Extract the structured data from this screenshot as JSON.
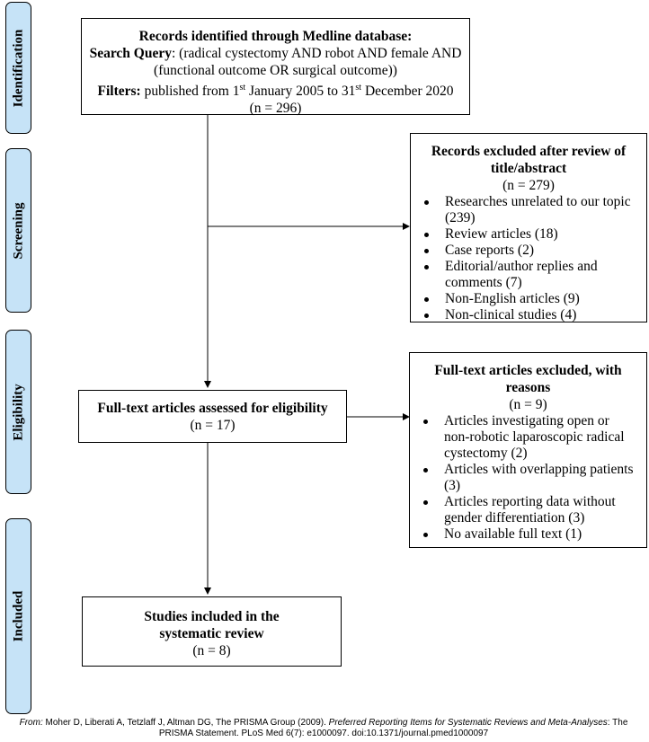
{
  "phases": [
    "Identification",
    "Screening",
    "Eligibility",
    "Included"
  ],
  "identification": {
    "title": "Records identified through Medline database:",
    "query_label": "Search Query",
    "query_text": ": (radical cystectomy AND robot AND female AND (functional outcome OR surgical outcome))",
    "filters_label": "Filters:",
    "filters_pre": " published from 1",
    "filters_sup1": "st",
    "filters_mid": " January 2005 to 31",
    "filters_sup2": "st",
    "filters_post": " December 2020",
    "count": "(n = 296)"
  },
  "screening_excluded": {
    "title": "Records excluded after review of title/abstract",
    "count": "(n = 279)",
    "items": [
      "Researches unrelated to our topic (239)",
      "Review articles (18)",
      "Case reports (2)",
      "Editorial/author replies and comments (7)",
      "Non-English articles (9)",
      "Non-clinical studies (4)"
    ]
  },
  "eligibility": {
    "title": "Full-text articles assessed for eligibility",
    "count": "(n = 17)"
  },
  "fulltext_excluded": {
    "title": "Full-text articles excluded, with reasons",
    "count": "(n = 9)",
    "items": [
      "Articles investigating open or non-robotic laparoscopic radical cystectomy (2)",
      "Articles with overlapping patients (3)",
      "Articles reporting data without gender differentiation (3)",
      "No available full text (1)"
    ]
  },
  "included": {
    "title": "Studies included in the systematic review",
    "count": "(n = 8)"
  },
  "footer": {
    "from": "From:",
    "authors": "Moher D, Liberati A, Tetzlaff J, Altman DG, The PRISMA Group (2009). ",
    "title_italic": "Preferred Reporting Items for Systematic Reviews and Meta-Analyses",
    "rest": ": The PRISMA Statement. PLoS Med 6(7): e1000097. doi:10.1371/journal.pmed1000097"
  }
}
